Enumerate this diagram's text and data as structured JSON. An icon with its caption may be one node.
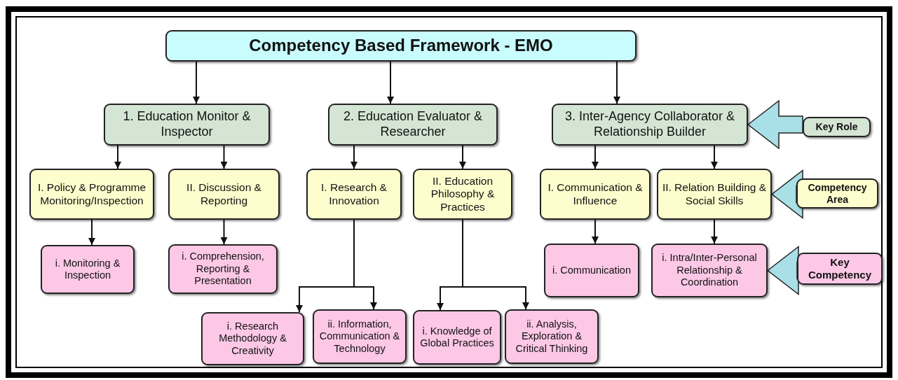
{
  "diagram": {
    "nodes": [
      {
        "text": [
          "Competency Based Framework - EMO"
        ]
      },
      {
        "text": [
          "1. Education Monitor & Inspector"
        ]
      },
      {
        "text": [
          "2. Education Evaluator & Researcher"
        ]
      },
      {
        "text": [
          "3. Inter-Agency Collaborator & Relationship Builder"
        ]
      },
      {
        "text": [
          "I. Policy & Programme Monitoring/Inspection"
        ]
      },
      {
        "text": [
          "II. Discussion & Reporting"
        ]
      },
      {
        "text": [
          "I. Research & Innovation"
        ]
      },
      {
        "text": [
          "II. Education Philosophy & Practices"
        ]
      },
      {
        "text": [
          "I. Communication & Influence"
        ]
      },
      {
        "text": [
          "II. Relation Building & Social Skills"
        ]
      },
      {
        "text": [
          "i. Monitoring & Inspection"
        ]
      },
      {
        "text": [
          "i. Comprehension, Reporting & Presentation"
        ]
      },
      {
        "text": [
          "i. Research Methodology & Creativity"
        ]
      },
      {
        "text": [
          "ii. Information, Communication & Technology"
        ]
      },
      {
        "text": [
          "i. Knowledge of Global Practices"
        ]
      },
      {
        "text": [
          "ii. Analysis, Exploration & Critical Thinking"
        ]
      },
      {
        "text": [
          "i. Communication"
        ]
      },
      {
        "text": [
          "i. Intra/Inter-Personal Relationship & Coordination"
        ]
      },
      {
        "text": [
          "Key Role"
        ]
      },
      {
        "text": [
          "Competency Area"
        ]
      },
      {
        "text": [
          "Key Competency"
        ]
      }
    ],
    "edges": [
      {
        "from": 0,
        "to": 1,
        "arrow": "to"
      },
      {
        "from": 0,
        "to": 2,
        "arrow": "to"
      },
      {
        "from": 0,
        "to": 3,
        "arrow": "to"
      },
      {
        "from": 1,
        "to": 4,
        "arrow": "to"
      },
      {
        "from": 1,
        "to": 5,
        "arrow": "to"
      },
      {
        "from": 2,
        "to": 6,
        "arrow": "to"
      },
      {
        "from": 2,
        "to": 7,
        "arrow": "to"
      },
      {
        "from": 3,
        "to": 8,
        "arrow": "to"
      },
      {
        "from": 3,
        "to": 9,
        "arrow": "to"
      },
      {
        "from": 4,
        "to": 10,
        "arrow": "to"
      },
      {
        "from": 5,
        "to": 11,
        "arrow": "to"
      },
      {
        "from": 6,
        "to": 12,
        "arrow": "to"
      },
      {
        "from": 6,
        "to": 13,
        "arrow": "to"
      },
      {
        "from": 7,
        "to": 14,
        "arrow": "to"
      },
      {
        "from": 7,
        "to": 15,
        "arrow": "to"
      },
      {
        "from": 8,
        "to": 16,
        "arrow": "to"
      },
      {
        "from": 9,
        "to": 17,
        "arrow": "to"
      },
      {
        "from": 18,
        "to": 3,
        "arrow": "to",
        "style": "thick",
        "color": "#a9dfe6"
      },
      {
        "from": 19,
        "to": 9,
        "arrow": "to",
        "style": "thick",
        "color": "#a9dfe6"
      },
      {
        "from": 20,
        "to": 17,
        "arrow": "to",
        "style": "thick",
        "color": "#a9dfe6"
      }
    ]
  }
}
